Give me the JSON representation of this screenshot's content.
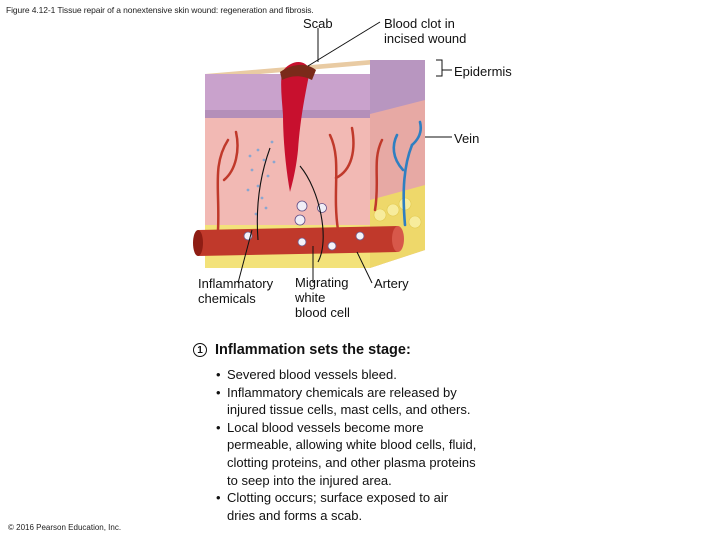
{
  "figure": {
    "caption": "Figure 4.12-1 Tissue repair of a nonextensive skin wound: regeneration and fibrosis.",
    "copyright": "© 2016 Pearson Education, Inc."
  },
  "labels": {
    "scab": "Scab",
    "blood_clot": [
      "Blood clot in",
      "incised wound"
    ],
    "epidermis": "Epidermis",
    "vein": "Vein",
    "inflammatory_chemicals": [
      "Inflammatory",
      "chemicals"
    ],
    "migrating_wbc": [
      "Migrating",
      "white",
      "blood cell"
    ],
    "artery": "Artery"
  },
  "step": {
    "number": "1",
    "title": "Inflammation sets the stage:",
    "bullets": [
      [
        "Severed blood vessels bleed."
      ],
      [
        "Inflammatory chemicals are released by",
        "injured tissue cells, mast cells, and others."
      ],
      [
        "Local blood vessels become more",
        "permeable, allowing white blood cells, fluid,",
        "clotting proteins, and other plasma proteins",
        "to seep into the injured area."
      ],
      [
        "Clotting occurs; surface exposed to air",
        "dries and forms a scab."
      ]
    ]
  },
  "colors": {
    "dermis": "#f2b9b4",
    "epidermis": "#c9a2cc",
    "skin_surface": "#e8c9a0",
    "clot": "#c8102e",
    "artery": "#c0392b",
    "vein": "#2f7fc1",
    "fat": "#f3e27a"
  }
}
